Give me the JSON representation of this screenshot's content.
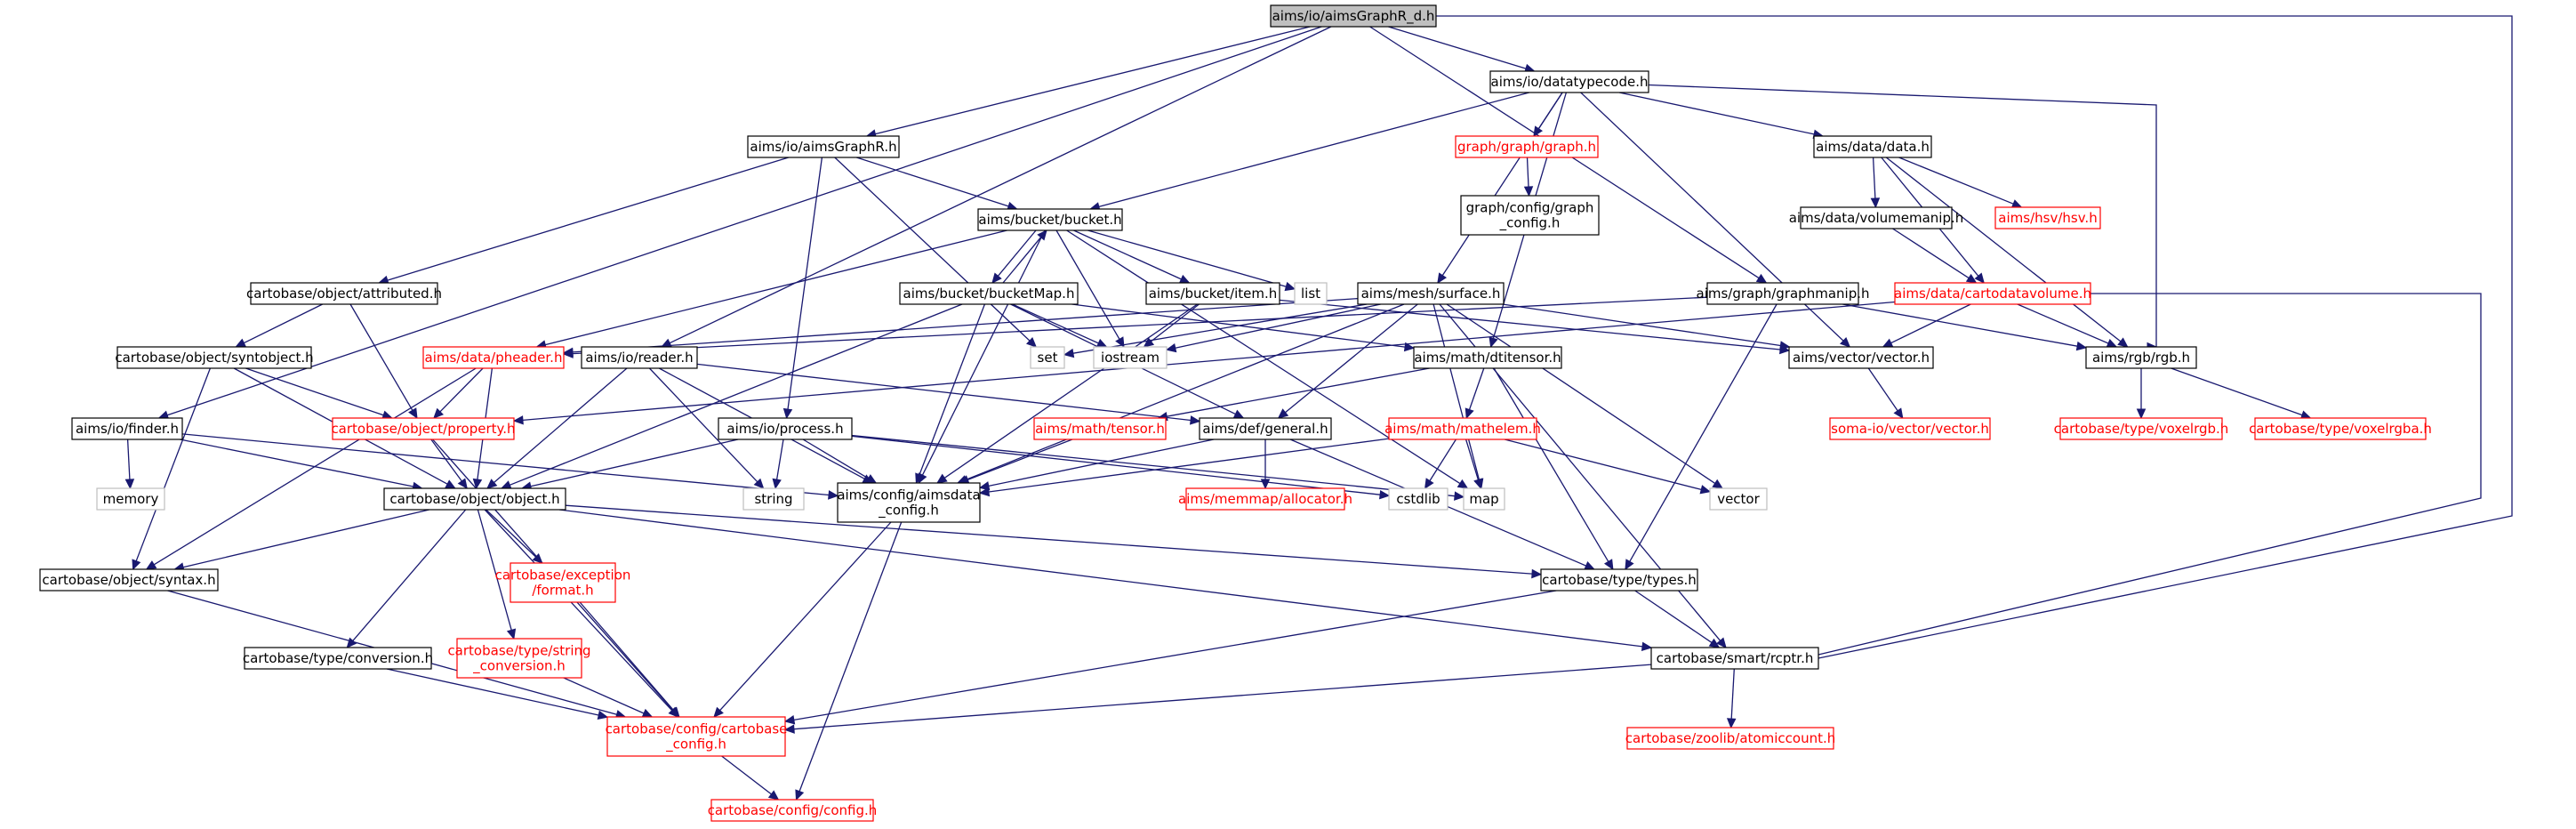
{
  "colors": {
    "edge": "#191970",
    "root_fill": "#bfbfbf",
    "node_border": "#000000",
    "missing_border": "#ff0000",
    "system_border": "#bfbfbf",
    "text": "#000000",
    "missing_text": "#ff0000"
  },
  "nodes": {
    "root": [
      "aims/io/aimsGraphR_d.h"
    ],
    "datatypecode": [
      "aims/io/datatypecode.h"
    ],
    "aimsgraphr": [
      "aims/io/aimsGraphR.h"
    ],
    "graph": [
      "graph/graph/graph.h"
    ],
    "graphconfig": [
      "graph/config/graph",
      "_config.h"
    ],
    "data": [
      "aims/data/data.h"
    ],
    "volumemanip": [
      "aims/data/volumemanip.h"
    ],
    "hsv": [
      "aims/hsv/hsv.h"
    ],
    "bucket": [
      "aims/bucket/bucket.h"
    ],
    "bucketmap": [
      "aims/bucket/bucketMap.h"
    ],
    "item": [
      "aims/bucket/item.h"
    ],
    "list": [
      "list"
    ],
    "surface": [
      "aims/mesh/surface.h"
    ],
    "graphmanip": [
      "aims/graph/graphmanip.h"
    ],
    "cartodatavolume": [
      "aims/data/cartodatavolume.h"
    ],
    "attributed": [
      "cartobase/object/attributed.h"
    ],
    "syntobject": [
      "cartobase/object/syntobject.h"
    ],
    "pheader": [
      "aims/data/pheader.h"
    ],
    "reader": [
      "aims/io/reader.h"
    ],
    "set": [
      "set"
    ],
    "iostream": [
      "iostream"
    ],
    "dtitensor": [
      "aims/math/dtitensor.h"
    ],
    "vector": [
      "aims/vector/vector.h"
    ],
    "rgb": [
      "aims/rgb/rgb.h"
    ],
    "finder": [
      "aims/io/finder.h"
    ],
    "property": [
      "cartobase/object/property.h"
    ],
    "process": [
      "aims/io/process.h"
    ],
    "tensor": [
      "aims/math/tensor.h"
    ],
    "general": [
      "aims/def/general.h"
    ],
    "mathelem": [
      "aims/math/mathelem.h"
    ],
    "somavector": [
      "soma-io/vector/vector.h"
    ],
    "voxelrgb": [
      "cartobase/type/voxelrgb.h"
    ],
    "voxelrgba": [
      "cartobase/type/voxelrgba.h"
    ],
    "memory": [
      "memory"
    ],
    "string": [
      "string"
    ],
    "aimsdataconfig": [
      "aims/config/aimsdata",
      "_config.h"
    ],
    "allocator": [
      "aims/memmap/allocator.h"
    ],
    "cstdlib": [
      "cstdlib"
    ],
    "map": [
      "map"
    ],
    "stdvector": [
      "vector"
    ],
    "object": [
      "cartobase/object/object.h"
    ],
    "syntax": [
      "cartobase/object/syntax.h"
    ],
    "format": [
      "cartobase/exception",
      "/format.h"
    ],
    "types": [
      "cartobase/type/types.h"
    ],
    "conversion": [
      "cartobase/type/conversion.h"
    ],
    "stringconversion": [
      "cartobase/type/string",
      "_conversion.h"
    ],
    "rcptr": [
      "cartobase/smart/rcptr.h"
    ],
    "cartobaseconfig": [
      "cartobase/config/cartobase",
      "_config.h"
    ],
    "atomiccount": [
      "cartobase/zoolib/atomiccount.h"
    ],
    "config": [
      "cartobase/config/config.h"
    ]
  }
}
